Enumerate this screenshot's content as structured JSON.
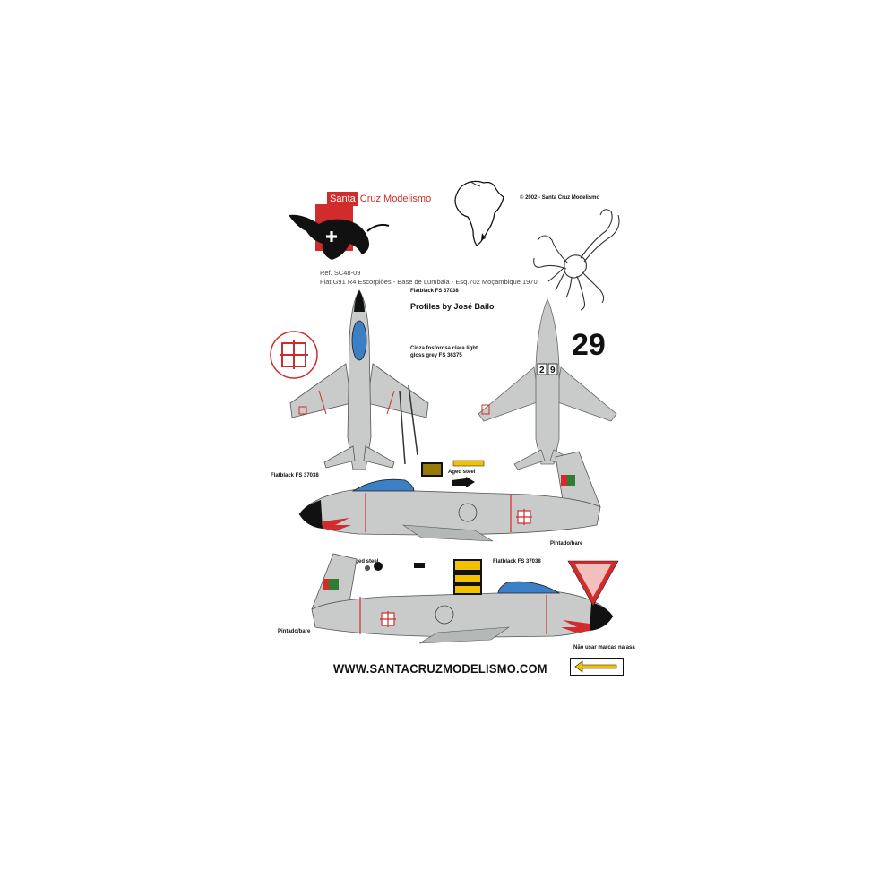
{
  "brand": {
    "name_red": "Santa",
    "name_rest": "Cruz Modelismo"
  },
  "copyright": "© 2002 - Santa Cruz Modelismo",
  "ref": "Ref. SC48-09",
  "subtitle": "Fiat G91 R4 Escorpiões - Base de Lumbala - Esq.702 Moçambique 1970",
  "credit": "Profiles by José Bailo",
  "callouts": {
    "top_fs": "Flatblack FS 37038",
    "underside": "Cinza fosforosa clara light gloss grey FS 36375",
    "side_fs_1": "Flatblack FS 37038",
    "side_fs_2": "Flatblack FS 37038",
    "aged_1": "Aged steel",
    "aged_2": "Aged steel",
    "fuselage_1": "Pintado/bare",
    "fuselage_2": "Pintado/bare",
    "decal_note": "Não usar marcas na asa"
  },
  "number": "29",
  "website": "WWW.SANTACRUZMODELISMO.COM",
  "colors": {
    "aircraft_grey": "#c8cbc9",
    "red": "#d22b2b",
    "green": "#2e7d32",
    "canopy_blue": "#3b7fc4",
    "yellow": "#f2c200"
  }
}
